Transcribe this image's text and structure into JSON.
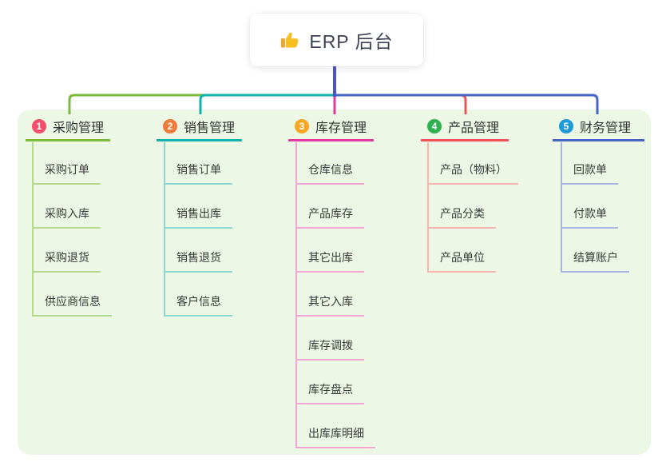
{
  "canvas": {
    "background": "#ffffff",
    "panel_background": "#ecf7e6"
  },
  "root": {
    "label": "ERP 后台",
    "icon": "thumbs-up-icon",
    "connector_color": "#4c55c6"
  },
  "branches": [
    {
      "index": "1",
      "label": "采购管理",
      "badge_color": "#f4506c",
      "line_color": "#7cb93f",
      "child_line_color": "#b2d98c",
      "children": [
        "采购订单",
        "采购入库",
        "采购退货",
        "供应商信息"
      ]
    },
    {
      "index": "2",
      "label": "销售管理",
      "badge_color": "#ee7a3b",
      "line_color": "#12b2ab",
      "child_line_color": "#8ad8d2",
      "children": [
        "销售订单",
        "销售出库",
        "销售退货",
        "客户信息"
      ]
    },
    {
      "index": "3",
      "label": "库存管理",
      "badge_color": "#f9a623",
      "line_color": "#e03a9d",
      "child_line_color": "#f3a6d5",
      "children": [
        "仓库信息",
        "产品库存",
        "其它出库",
        "其它入库",
        "库存调拨",
        "库存盘点",
        "出库库明细"
      ]
    },
    {
      "index": "4",
      "label": "产品管理",
      "badge_color": "#2db24f",
      "line_color": "#f25056",
      "child_line_color": "#f9b3b0",
      "children": [
        "产品（物料）",
        "产品分类",
        "产品单位"
      ]
    },
    {
      "index": "5",
      "label": "财务管理",
      "badge_color": "#1e9ad7",
      "line_color": "#4766c4",
      "child_line_color": "#a6b5e1",
      "children": [
        "回款单",
        "付款单",
        "结算账户"
      ]
    }
  ]
}
